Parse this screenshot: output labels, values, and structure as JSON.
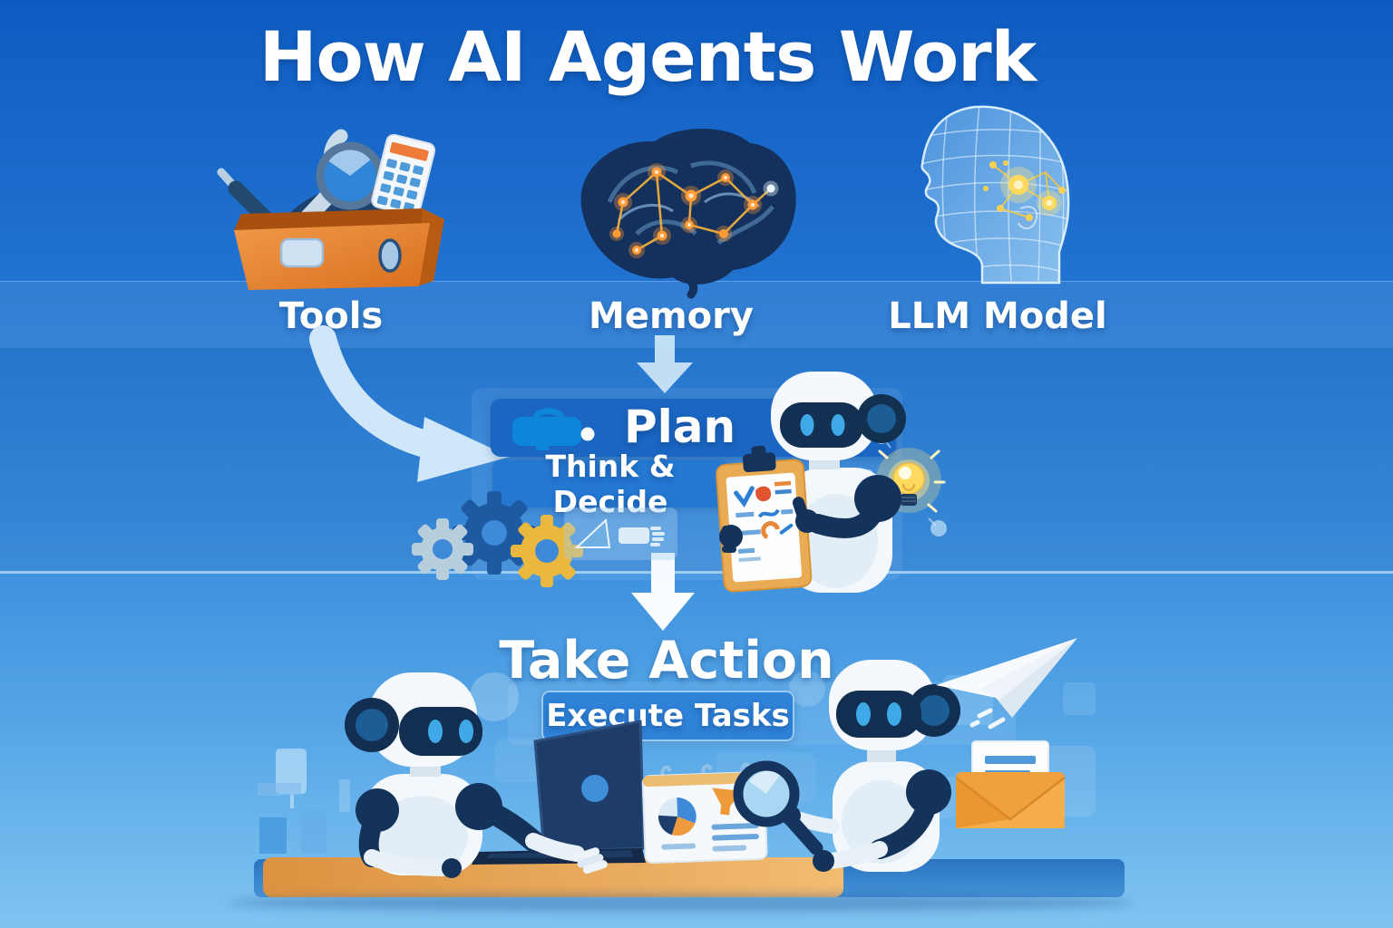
{
  "title": "How AI Agents Work",
  "inputs": {
    "tools": {
      "label": "Tools",
      "icon": "toolbox-icon"
    },
    "memory": {
      "label": "Memory",
      "icon": "brain-icon"
    },
    "llm": {
      "label": "LLM Model",
      "icon": "wireframe-head-icon"
    }
  },
  "plan": {
    "title": "Plan",
    "subtitle": "Think & Decide",
    "icon": "briefcase-icon"
  },
  "action": {
    "title": "Take Action",
    "subtitle": "Execute Tasks"
  },
  "colors": {
    "background_top": "#0d5cc2",
    "background_bottom": "#7fc3f0",
    "plan_box_blue": "#1a66c2",
    "think_box_blue": "#2478d2",
    "execute_box_blue": "#2e82d8",
    "toolbox_orange": "#e8822a",
    "envelope_orange": "#f0a03c",
    "desk_orange": "#e8a455",
    "gear_yellow": "#eab83e",
    "bulb_yellow": "#ffd95e",
    "robot_navy": "#14335a",
    "robot_white": "#f4f8fc",
    "eye_blue": "#3fa9e8",
    "arrow_light_blue": "#cfe7f8",
    "text_white": "#ffffff"
  }
}
